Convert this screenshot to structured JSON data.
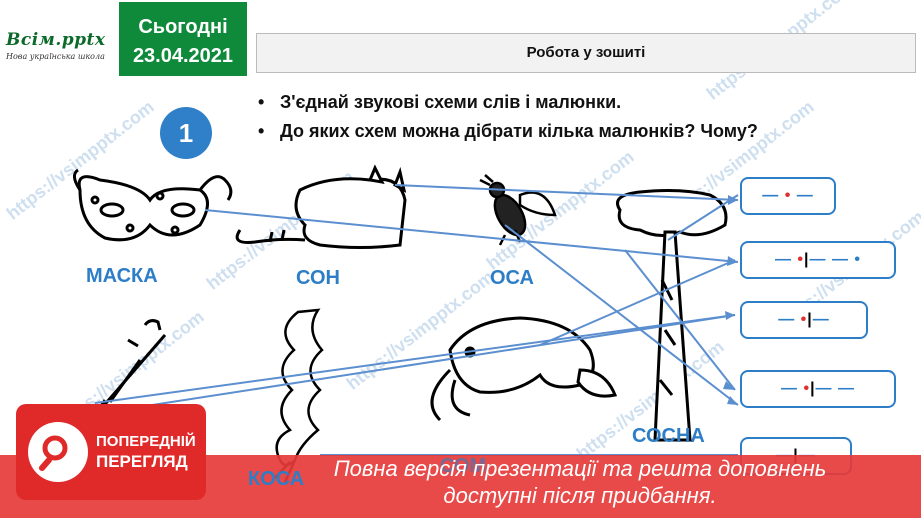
{
  "logo": {
    "main": "Всім.pptx",
    "sub": "Нова українська школа"
  },
  "date_box": {
    "line1": "Сьогодні",
    "line2": "23.04.2021"
  },
  "title": "Робота у зошиті",
  "task_number": "1",
  "tasks": [
    {
      "bullet": "•",
      "text": "З'єднай звукові схеми слів і малюнки."
    },
    {
      "bullet": "•",
      "text": "До яких схем можна дібрати кілька малюнків? Чому?"
    }
  ],
  "words": {
    "maska": "МАСКА",
    "son": "СОН",
    "osa": "ОСА",
    "sosna": "СОСНА",
    "kosa": "КОСА",
    "som": "СОМ"
  },
  "schemes": [
    {
      "left": "—",
      "mid": "•",
      "right": "—"
    },
    {
      "left": "—",
      "mid": "•",
      "bar": "|",
      "right": "— — •"
    },
    {
      "left": "—",
      "mid": "•",
      "bar": "|",
      "right": "—"
    },
    {
      "left": "—",
      "mid": "•",
      "bar": "|",
      "right": "— —"
    },
    {
      "left": "—",
      "bar": "|",
      "right": "—"
    }
  ],
  "watermark_text": "https://vsimpptx.com",
  "preview": {
    "line1": "ПОПЕРЕДНІЙ",
    "line2": "ПЕРЕГЛЯД"
  },
  "notice": {
    "line1": "Повна версія презентації та решта доповнень",
    "line2": "доступні після придбання."
  },
  "colors": {
    "green": "#0e8a3a",
    "blue": "#2e7ec7",
    "red": "#e02a2a"
  }
}
